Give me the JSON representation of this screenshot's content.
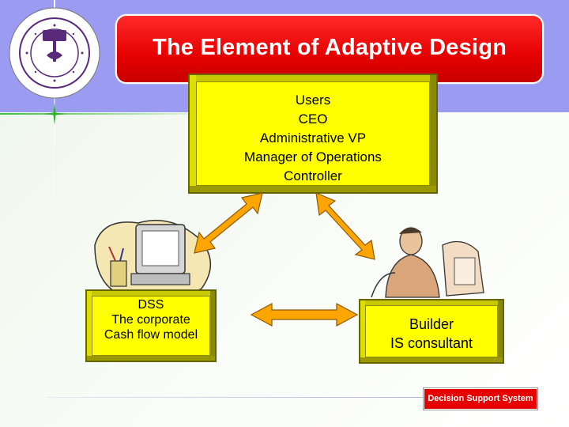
{
  "title": "The Element of Adaptive Design",
  "users_box": {
    "lines": [
      "Users",
      "CEO",
      "Administrative VP",
      "Manager of Operations",
      "Controller"
    ]
  },
  "dss_box": {
    "lines": [
      "DSS",
      "The corporate",
      "Cash flow model"
    ]
  },
  "builder_box": {
    "lines": [
      "Builder",
      "IS consultant"
    ]
  },
  "footer_label": "Decision Support System",
  "colors": {
    "top_band": "#9b9bf2",
    "title_bg": "#e60000",
    "box_fill": "#ffff00",
    "arrow_fill": "#ffa500"
  }
}
